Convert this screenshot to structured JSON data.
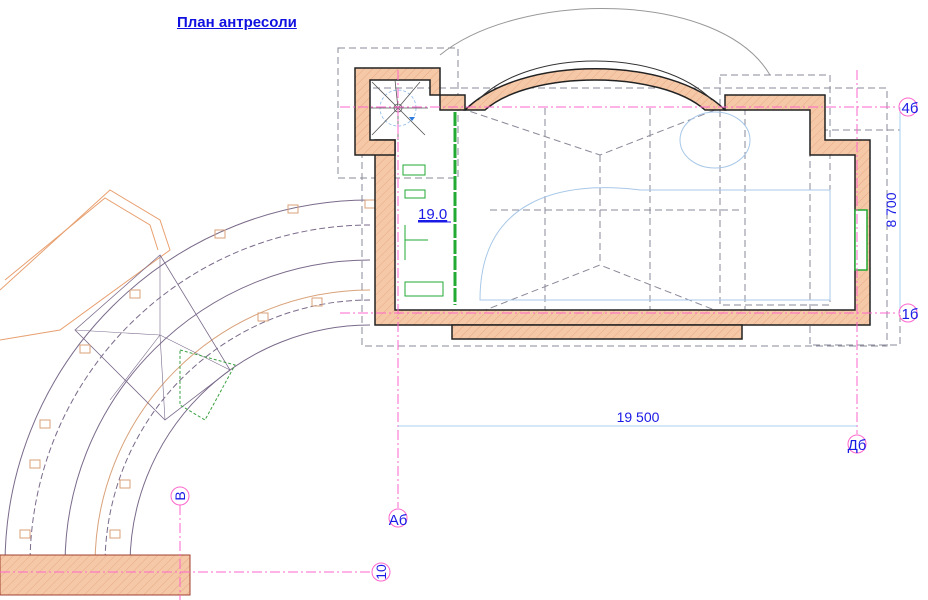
{
  "title": "План антресоли",
  "room_label": "19.0",
  "axes": {
    "row_top": "4б",
    "row_bottom": "1б",
    "col_left": "Аб",
    "col_right": "Дб",
    "curve_axis": "В",
    "bottom_axis": "10"
  },
  "dimensions": {
    "width": "19 500",
    "depth": "8 700"
  },
  "colors": {
    "wall_fill": "#f5c9a8",
    "wall_stroke": "#222222",
    "axis": "#ff66cc",
    "label": "#1a1ae6",
    "glazing": "#22aa33"
  }
}
